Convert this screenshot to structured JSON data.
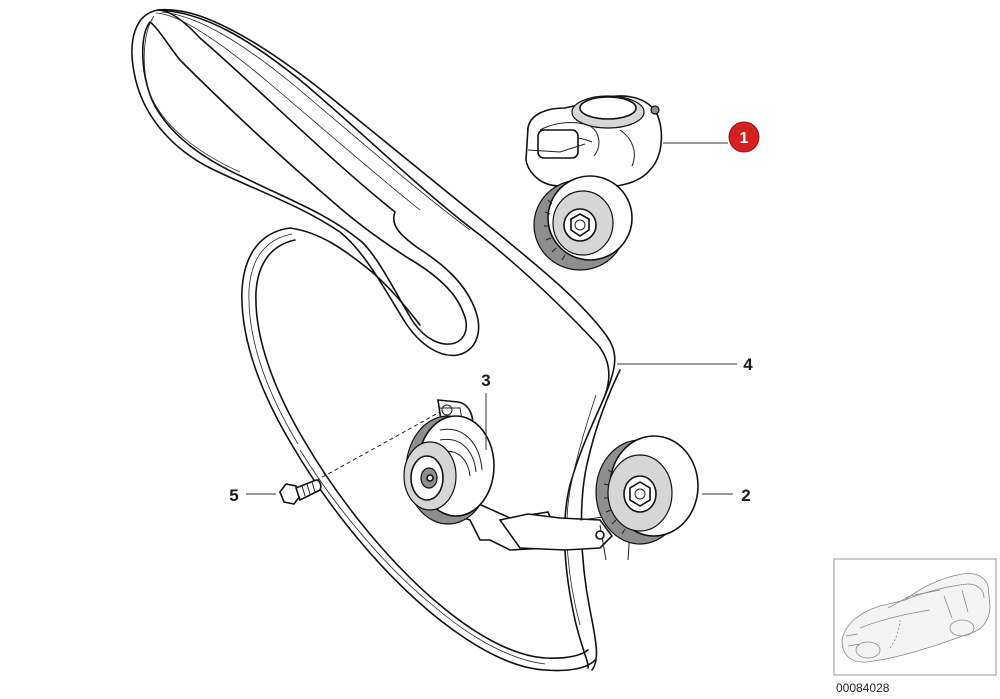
{
  "diagram": {
    "callouts": [
      {
        "id": "1",
        "text": "1",
        "highlighted": true
      },
      {
        "id": "2",
        "text": "2",
        "highlighted": false
      },
      {
        "id": "3",
        "text": "3",
        "highlighted": false
      },
      {
        "id": "4",
        "text": "4",
        "highlighted": false
      },
      {
        "id": "5",
        "text": "5",
        "highlighted": false
      }
    ],
    "reference_number": "00084028",
    "highlight_color": "#d42020",
    "parts": [
      {
        "callout": "1",
        "icon": "belt-tensioner-icon"
      },
      {
        "callout": "2",
        "icon": "idler-pulley-icon"
      },
      {
        "callout": "3",
        "icon": "guide-pulley-bracket-icon"
      },
      {
        "callout": "4",
        "icon": "ribbed-v-belt-icon"
      },
      {
        "callout": "5",
        "icon": "hex-bolt-icon"
      }
    ],
    "thumbnail_icon": "car-silhouette-icon"
  }
}
